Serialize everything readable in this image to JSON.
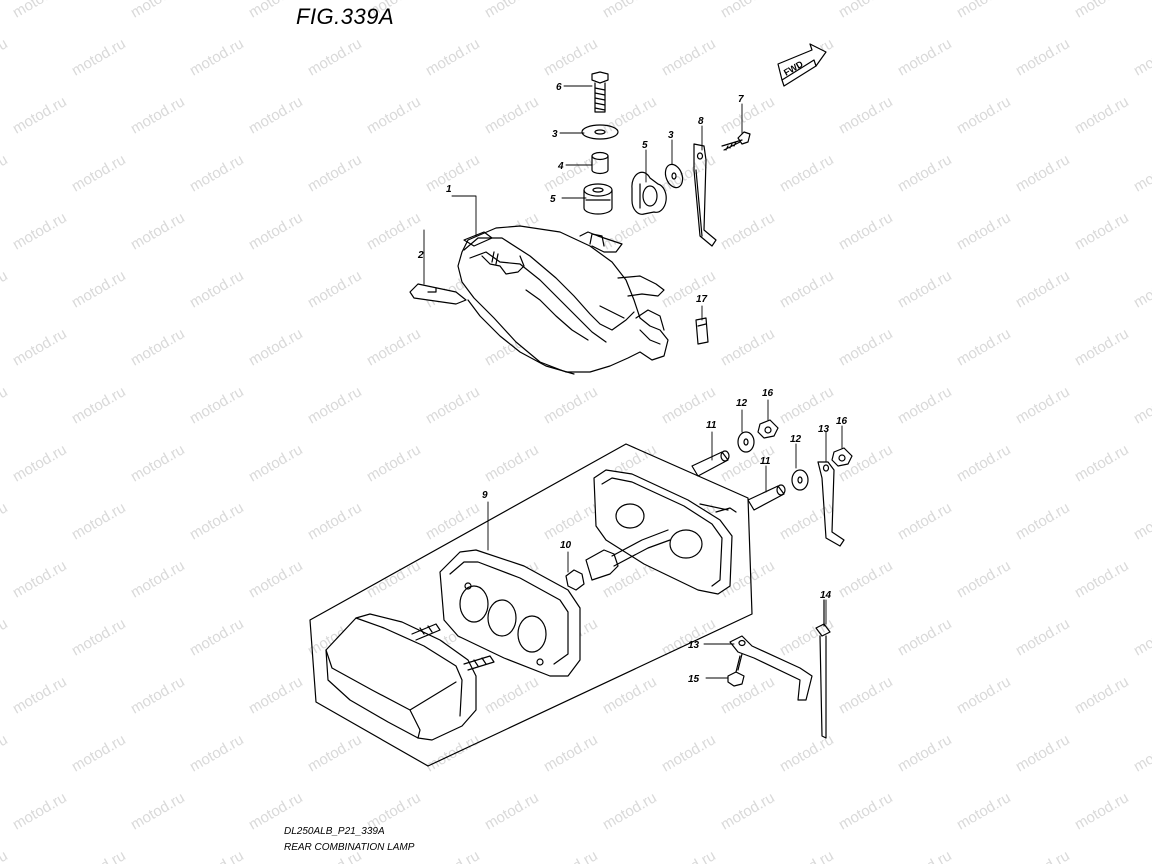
{
  "figure": {
    "title": "FIG.339A",
    "model_code": "DL250ALB_P21_339A",
    "caption": "REAR COMBINATION LAMP",
    "fwd_label": "FWD",
    "watermark": "motod.ru"
  },
  "callouts": [
    {
      "id": "c1",
      "num": "1"
    },
    {
      "id": "c2",
      "num": "2"
    },
    {
      "id": "c3a",
      "num": "3"
    },
    {
      "id": "c3b",
      "num": "3"
    },
    {
      "id": "c4",
      "num": "4"
    },
    {
      "id": "c5a",
      "num": "5"
    },
    {
      "id": "c5b",
      "num": "5"
    },
    {
      "id": "c6",
      "num": "6"
    },
    {
      "id": "c7",
      "num": "7"
    },
    {
      "id": "c8",
      "num": "8"
    },
    {
      "id": "c9",
      "num": "9"
    },
    {
      "id": "c10",
      "num": "10"
    },
    {
      "id": "c11a",
      "num": "11"
    },
    {
      "id": "c11b",
      "num": "11"
    },
    {
      "id": "c12a",
      "num": "12"
    },
    {
      "id": "c12b",
      "num": "12"
    },
    {
      "id": "c13a",
      "num": "13"
    },
    {
      "id": "c13b",
      "num": "13"
    },
    {
      "id": "c14",
      "num": "14"
    },
    {
      "id": "c15",
      "num": "15"
    },
    {
      "id": "c16a",
      "num": "16"
    },
    {
      "id": "c16b",
      "num": "16"
    },
    {
      "id": "c17",
      "num": "17"
    }
  ],
  "colors": {
    "line": "#000000",
    "watermark": "#d9d9d9",
    "background": "#ffffff"
  }
}
